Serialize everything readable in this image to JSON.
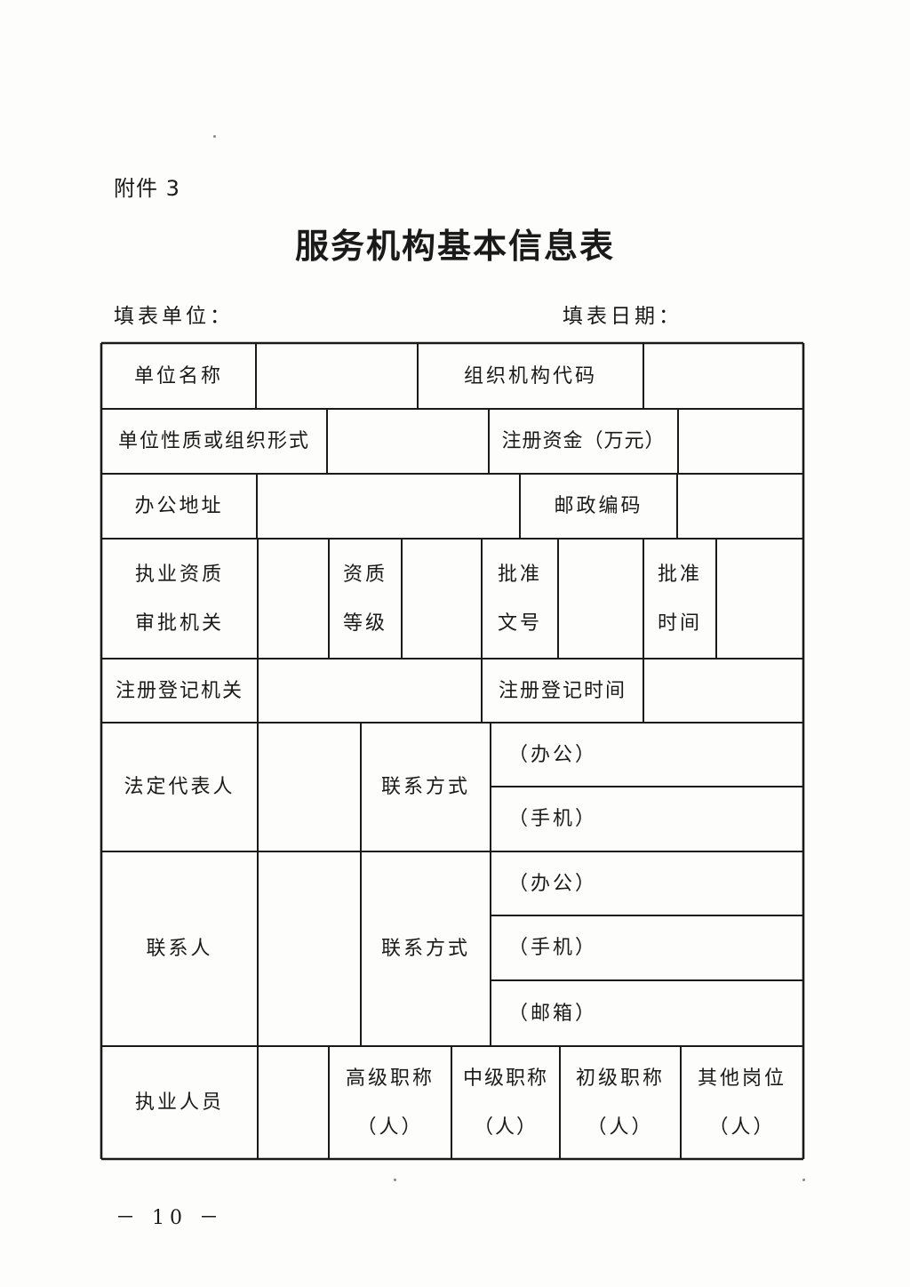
{
  "header": {
    "attachment": "附件 3",
    "title": "服务机构基本信息表",
    "fill_unit": "填表单位：",
    "fill_date": "填表日期："
  },
  "rows": {
    "unit_name": "单位名称",
    "org_code": "组织机构代码",
    "unit_nature": "单位性质或组织形式",
    "registered_capital": "注册资金（万元）",
    "office_address": "办公地址",
    "postal_code": "邮政编码",
    "qualification_authority": [
      "执业资质",
      "审批机关"
    ],
    "qualification_level": [
      "资质",
      "等级"
    ],
    "approval_number": [
      "批准",
      "文号"
    ],
    "approval_time": [
      "批准",
      "时间"
    ],
    "registration_authority": "注册登记机关",
    "registration_time": "注册登记时间",
    "legal_rep": "法定代表人",
    "contact_method": "联系方式",
    "office": "（办公）",
    "mobile": "（手机）",
    "email": "（邮箱）",
    "contact_person": "联系人",
    "practitioners": "执业人员",
    "senior_title": [
      "高级职称",
      "（人）"
    ],
    "intermediate_title": [
      "中级职称",
      "（人）"
    ],
    "junior_title": [
      "初级职称",
      "（人）"
    ],
    "other_posts": [
      "其他岗位",
      "（人）"
    ]
  },
  "footer": {
    "page_number": "－ 10 －"
  }
}
